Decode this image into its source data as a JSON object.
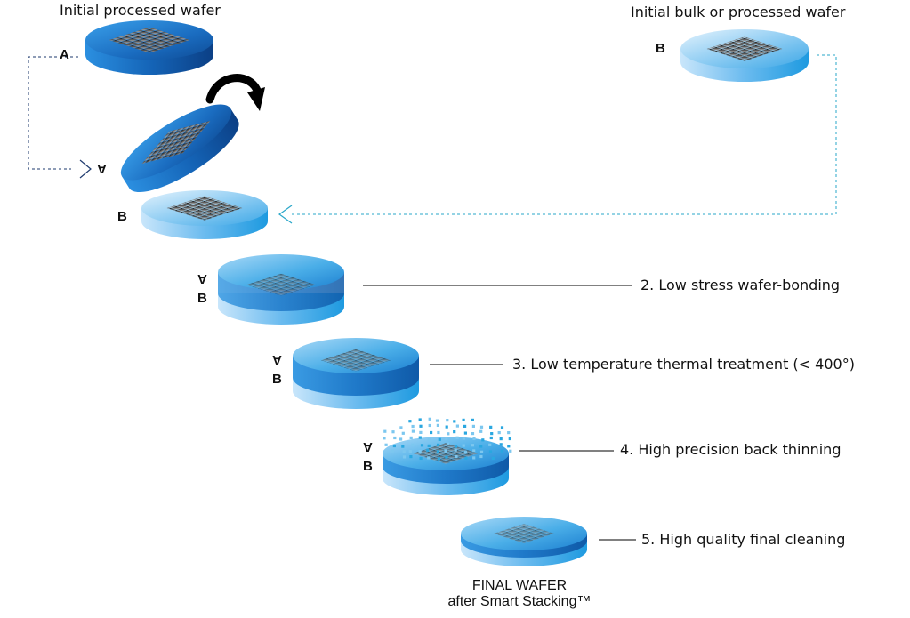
{
  "titles": {
    "left": "Initial processed wafer",
    "right": "Initial bulk or processed wafer"
  },
  "letters": {
    "a": "A",
    "b": "B"
  },
  "steps": [
    {
      "label": "2. Low stress wafer-bonding"
    },
    {
      "label": "3. Low temperature thermal treatment (< 400°)"
    },
    {
      "label": "4. High precision back thinning"
    },
    {
      "label": "5. High quality final cleaning"
    }
  ],
  "final": {
    "line1": "FINAL WAFER",
    "line2": "after Smart Stacking™"
  },
  "colors": {
    "wafer_dark": "#1565b8",
    "wafer_light": "#8ec9f0",
    "wafer_cyan": "#2aa7e0",
    "connector_dark": "#1e3a6e",
    "connector_cyan": "#2aa7c9",
    "chip_dark": "#222222",
    "chip_light": "#bdbdbd"
  }
}
